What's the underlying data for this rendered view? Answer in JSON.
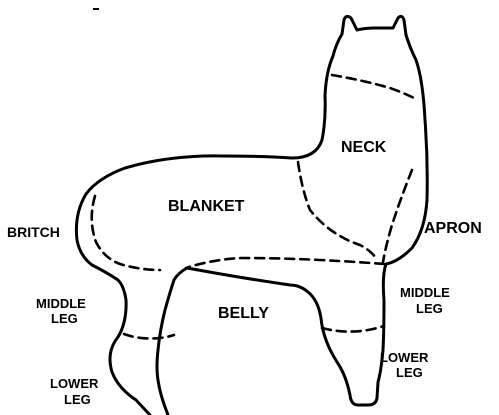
{
  "diagram": {
    "regions": {
      "neck": "NECK",
      "blanket": "BLANKET",
      "apron": "APRON",
      "britch": "BRITCH",
      "belly": "BELLY",
      "middle_leg_back_line1": "MIDDLE",
      "middle_leg_back_line2": "LEG",
      "middle_leg_front_line1": "MIDDLE",
      "middle_leg_front_line2": "LEG",
      "lower_leg_back_line1": "LOWER",
      "lower_leg_back_line2": "LEG",
      "lower_leg_front_line1": "LOWER",
      "lower_leg_front_line2": "LEG"
    },
    "colors": {
      "ink": "#000000",
      "background": "#ffffff"
    }
  }
}
